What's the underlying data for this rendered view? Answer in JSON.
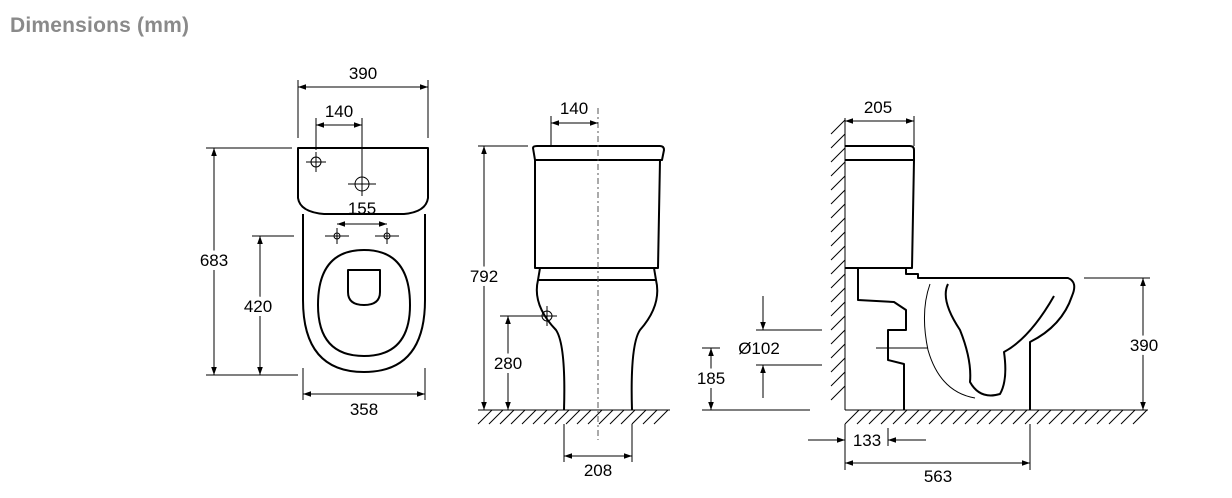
{
  "header": {
    "title": "Dimensions (mm)"
  },
  "top_view": {
    "width_overall": "390",
    "inlet_offset": "140",
    "fixing_spacing": "155",
    "length_overall": "683",
    "seat_to_back": "420",
    "base_width": "358"
  },
  "front_view": {
    "cistern_offset": "140",
    "height_overall": "792",
    "inlet_height": "280",
    "foot_width": "208"
  },
  "side_view": {
    "cistern_depth": "205",
    "outlet_diameter": "Ø102",
    "outlet_height": "185",
    "rim_height": "390",
    "outlet_from_wall": "133",
    "projection": "563"
  }
}
